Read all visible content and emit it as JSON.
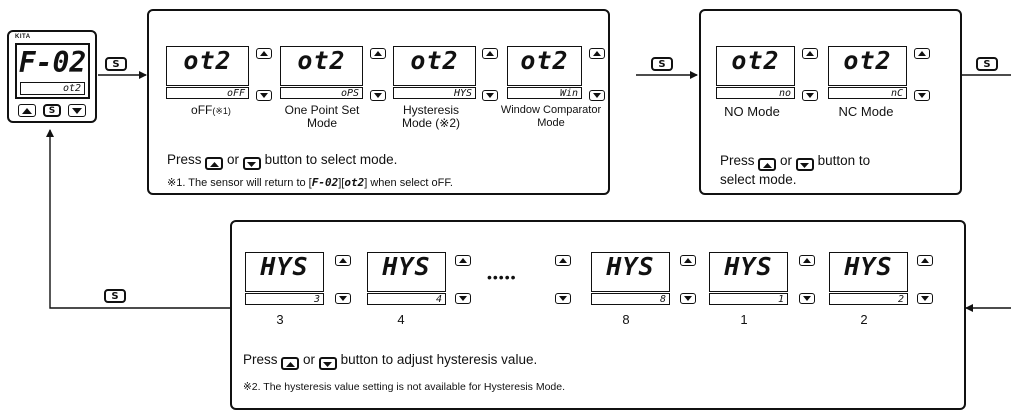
{
  "device": {
    "brand": "KITA",
    "display_main": "F-02",
    "display_sub": "ot2"
  },
  "s_label": "S",
  "mode_panel": {
    "lcds": [
      {
        "main": "ot2",
        "sub": "oFF"
      },
      {
        "main": "ot2",
        "sub": "oPS"
      },
      {
        "main": "ot2",
        "sub": "HYS"
      },
      {
        "main": "ot2",
        "sub": "Win"
      }
    ],
    "labels": [
      {
        "line1": "oFF",
        "suffix": "(※1)",
        "line2": ""
      },
      {
        "line1": "One Point Set",
        "suffix": "",
        "line2": "Mode"
      },
      {
        "line1": "Hysteresis",
        "suffix": "",
        "line2": "Mode (※2)"
      },
      {
        "line1": "Window Comparator",
        "suffix": "",
        "line2": "Mode"
      }
    ],
    "press_pre": "Press",
    "press_or": "or",
    "press_post": "button to select mode.",
    "note_pre": "※1. The sensor will return to [",
    "note_code1": "F-02",
    "note_mid": "][",
    "note_code2": "ot2",
    "note_post": "] when select oFF."
  },
  "nc_panel": {
    "lcds": [
      {
        "main": "ot2",
        "sub": "no"
      },
      {
        "main": "ot2",
        "sub": "nC"
      }
    ],
    "labels": [
      "NO Mode",
      "NC Mode"
    ],
    "press_pre": "Press",
    "press_or": "or",
    "press_post": "button to",
    "press_line2": "select mode."
  },
  "hys_panel": {
    "lcds": [
      {
        "main": "HYS",
        "sub": "3",
        "value": "3"
      },
      {
        "main": "HYS",
        "sub": "4",
        "value": "4"
      },
      {
        "main": "HYS",
        "sub": "8",
        "value": "8"
      },
      {
        "main": "HYS",
        "sub": "1",
        "value": "1"
      },
      {
        "main": "HYS",
        "sub": "2",
        "value": "2"
      }
    ],
    "ellipsis": "•••••",
    "press_pre": "Press",
    "press_or": "or",
    "press_post": "button to adjust hysteresis value.",
    "note": "※2. The hysteresis value setting is not available for Hysteresis Mode."
  },
  "icons": {
    "up": "up-arrow-button-icon",
    "down": "down-arrow-button-icon"
  }
}
